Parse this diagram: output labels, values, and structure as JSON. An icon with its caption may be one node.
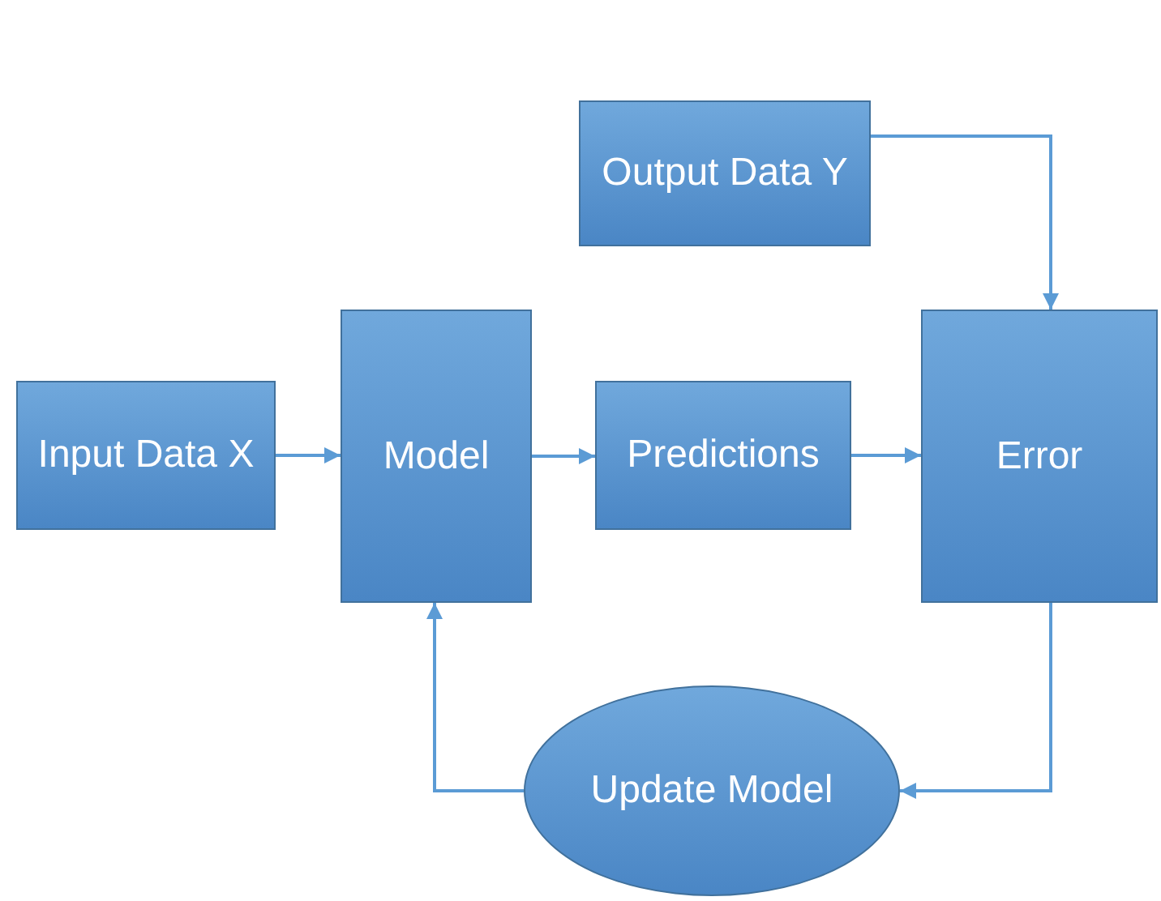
{
  "diagram": {
    "nodes": [
      {
        "text": [
          "Output Data Y"
        ]
      },
      {
        "text": [
          "Input Data X"
        ]
      },
      {
        "text": [
          "Model"
        ]
      },
      {
        "text": [
          "Predictions"
        ]
      },
      {
        "text": [
          "Error"
        ]
      },
      {
        "text": [
          "Update Model"
        ]
      }
    ],
    "edges": [
      {
        "from": 1,
        "to": 2,
        "arrow": "to"
      },
      {
        "from": 2,
        "to": 3,
        "arrow": "to"
      },
      {
        "from": 3,
        "to": 4,
        "arrow": "to"
      },
      {
        "from": 0,
        "to": 4,
        "arrow": "to"
      },
      {
        "from": 4,
        "to": 5,
        "arrow": "to"
      },
      {
        "from": 5,
        "to": 2,
        "arrow": "to"
      }
    ]
  }
}
